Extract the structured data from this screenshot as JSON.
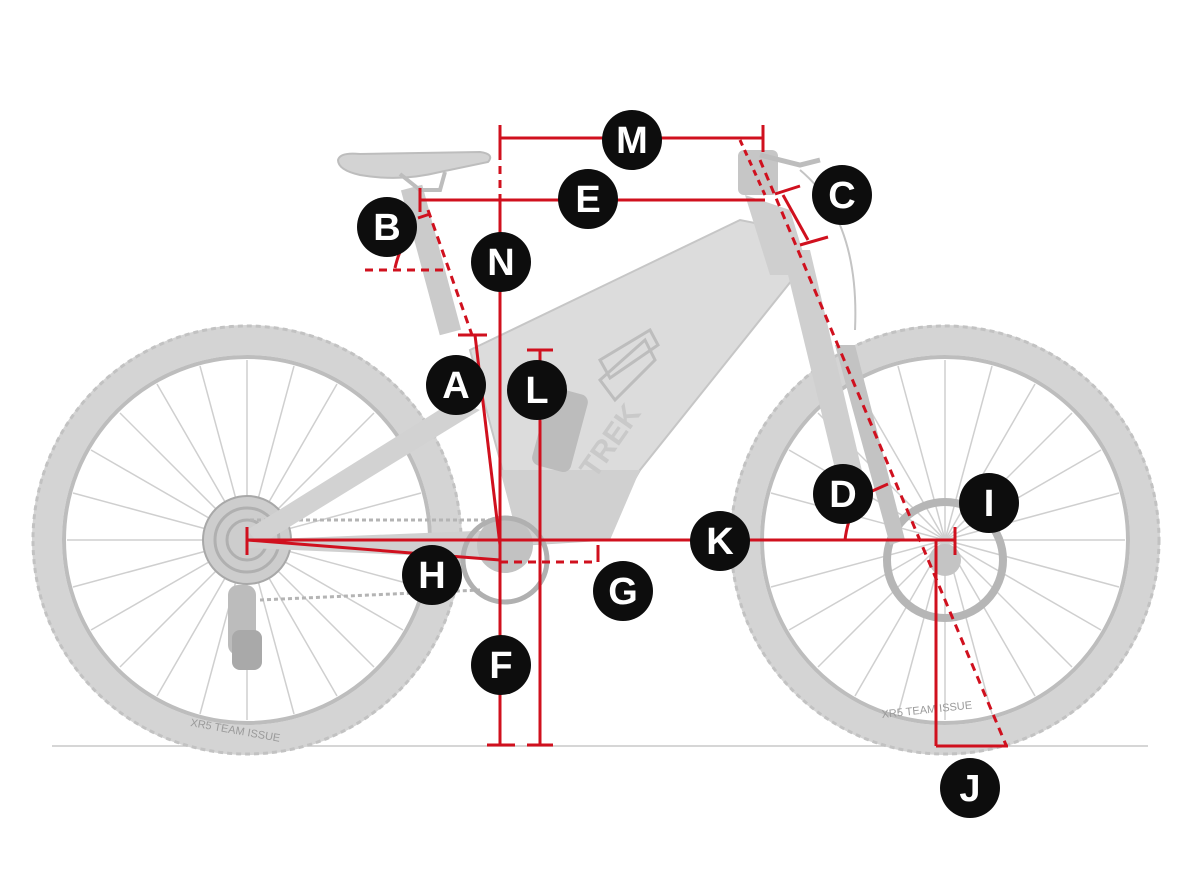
{
  "diagram": {
    "brand": "TREK",
    "tire_text": "XR5 TEAM ISSUE",
    "colors": {
      "measure": "#d0101e",
      "bike": "#d6d6d6",
      "bike_dark": "#b4b4b4",
      "badge": "#0d0d0d",
      "badge_text": "#ffffff",
      "ground": "#c8c8c8"
    },
    "labels": {
      "A": "A",
      "B": "B",
      "C": "C",
      "D": "D",
      "E": "E",
      "F": "F",
      "G": "G",
      "H": "H",
      "I": "I",
      "J": "J",
      "K": "K",
      "L": "L",
      "M": "M",
      "N": "N"
    }
  }
}
